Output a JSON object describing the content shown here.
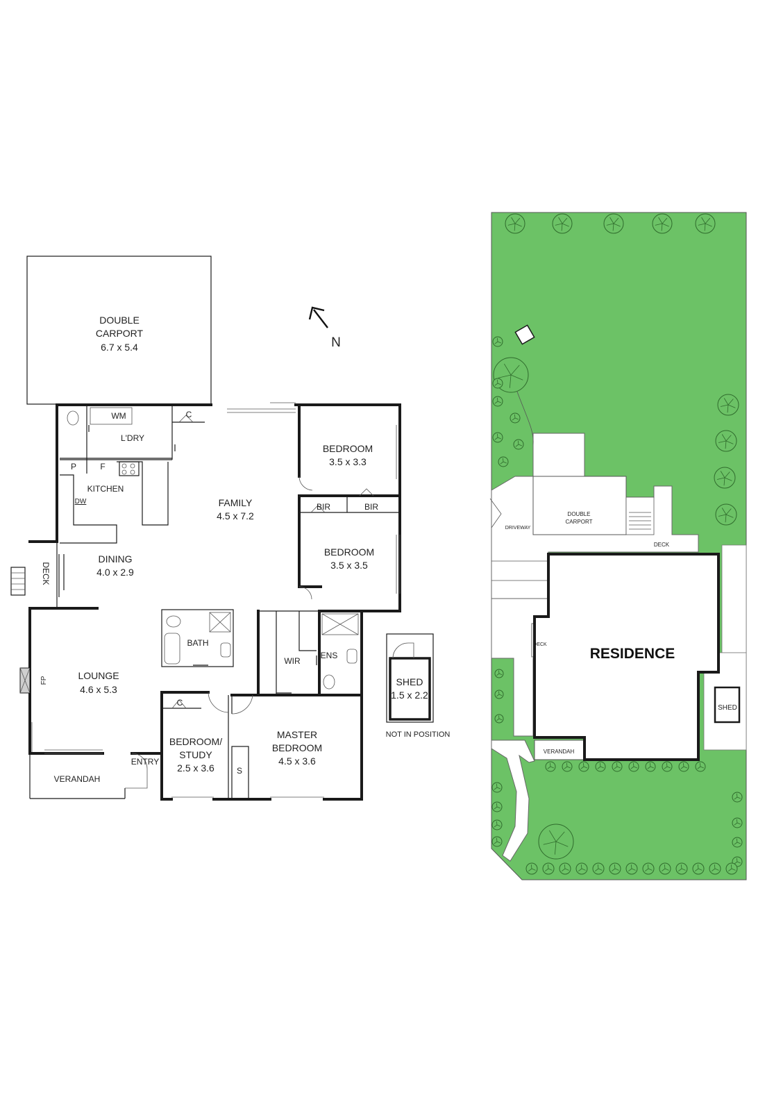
{
  "compass": {
    "label": "N"
  },
  "floorplan": {
    "carport": {
      "name": "DOUBLE",
      "name2": "CARPORT",
      "size": "6.7 x 5.4"
    },
    "laundry": {
      "wm": "WM",
      "name": "L'DRY",
      "cupboard": "C"
    },
    "kitchen": {
      "name": "KITCHEN",
      "pantry": "P",
      "fridge": "F",
      "dishwasher": "DW"
    },
    "family": {
      "name": "FAMILY",
      "size": "4.5 x 7.2"
    },
    "bedroom1": {
      "name": "BEDROOM",
      "size": "3.5 x 3.3"
    },
    "bir1": "BIR",
    "bir2": "BIR",
    "bedroom2": {
      "name": "BEDROOM",
      "size": "3.5 x 3.5"
    },
    "dining": {
      "name": "DINING",
      "size": "4.0 x 2.9"
    },
    "deck": "DECK",
    "bath": "BATH",
    "wir": "WIR",
    "ens": "ENS",
    "lounge": {
      "name": "LOUNGE",
      "size": "4.6 x 5.3",
      "fireplace": "FP"
    },
    "cupboard2": "C",
    "study": {
      "name": "BEDROOM/",
      "name2": "STUDY",
      "size": "2.5 x 3.6"
    },
    "master": {
      "name": "MASTER",
      "name2": "BEDROOM",
      "size": "4.5 x 3.6",
      "storage": "S"
    },
    "entry": "ENTRY",
    "verandah": "VERANDAH"
  },
  "shed": {
    "name": "SHED",
    "size": "1.5 x 2.2",
    "note": "NOT IN POSITION"
  },
  "siteplan": {
    "carport_name": "DOUBLE",
    "carport_name2": "CARPORT",
    "driveway": "DRIVEWAY",
    "deck_top": "DECK",
    "deck_side": "DECK",
    "residence": "RESIDENCE",
    "shed": "SHED",
    "verandah": "VERANDAH",
    "colors": {
      "lawn": "#6cc266",
      "tree_fill": "#6cc266",
      "tree_stroke": "#2f6b2c"
    }
  }
}
